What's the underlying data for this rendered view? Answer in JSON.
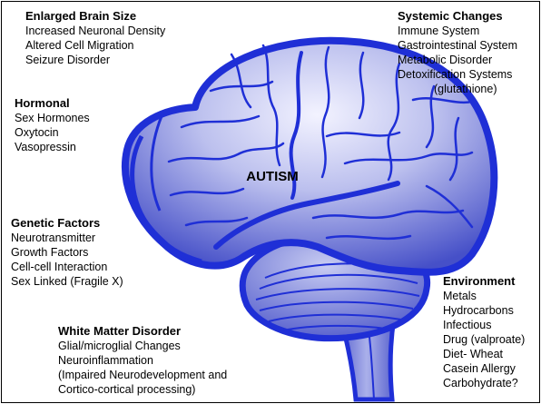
{
  "center_label": "AUTISM",
  "colors": {
    "brain_stroke": "#1f2fd6",
    "brain_fill_light": "#f3f3ff",
    "brain_fill_dark": "#4650c8",
    "text": "#000000"
  },
  "groups": {
    "brain_size": {
      "heading": "Enlarged Brain Size",
      "items": [
        "Increased Neuronal Density",
        "Altered Cell Migration",
        "Seizure Disorder"
      ]
    },
    "systemic": {
      "heading": "Systemic Changes",
      "items": [
        "Immune System",
        "Gastrointestinal System",
        "Metabolic Disorder",
        "Detoxification Systems",
        "(glutathione)"
      ]
    },
    "hormonal": {
      "heading": "Hormonal",
      "items": [
        "Sex Hormones",
        "Oxytocin",
        "Vasopressin"
      ]
    },
    "genetic": {
      "heading": "Genetic Factors",
      "items": [
        "Neurotransmitter",
        "Growth Factors",
        "Cell-cell Interaction",
        "Sex Linked (Fragile X)"
      ]
    },
    "environment": {
      "heading": "Environment",
      "items": [
        "Metals",
        "Hydrocarbons",
        "Infectious",
        "Drug (valproate)",
        "Diet- Wheat",
        "Casein Allergy",
        "Carbohydrate?"
      ]
    },
    "white_matter": {
      "heading": "White Matter Disorder",
      "items": [
        "Glial/microglial Changes",
        "Neuroinflammation",
        "(Impaired Neurodevelopment and",
        "Cortico-cortical processing)"
      ]
    }
  }
}
